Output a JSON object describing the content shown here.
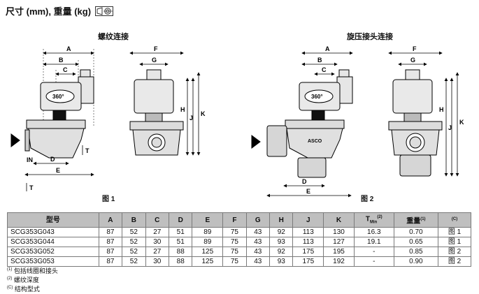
{
  "header": {
    "title": "尺寸 (mm), 重量 (kg)",
    "projection_icon": "first-angle-projection-icon"
  },
  "figures": {
    "left_heading": "螺纹连接",
    "right_heading": "旋压接头连接",
    "fig1_label": "图 1",
    "fig2_label": "图 2",
    "rotation_label": "360°",
    "brand_mark": "ASCO",
    "dims": {
      "A": "A",
      "B": "B",
      "C": "C",
      "D": "D",
      "E": "E",
      "F": "F",
      "G": "G",
      "H": "H",
      "J": "J",
      "K": "K",
      "T": "T",
      "IN": "IN"
    }
  },
  "table": {
    "headers": {
      "model": "型号",
      "A": "A",
      "B": "B",
      "C": "C",
      "D": "D",
      "E": "E",
      "F": "F",
      "G": "G",
      "H": "H",
      "J": "J",
      "K": "K",
      "T_base": "T",
      "T_sub": "Min",
      "T_sup": "(2)",
      "weight": "重量",
      "weight_sup": "(1)",
      "c_sup": "(C)"
    },
    "rows": [
      {
        "model": "SCG353G043",
        "A": "87",
        "B": "52",
        "C": "27",
        "D": "51",
        "E": "89",
        "F": "75",
        "G": "43",
        "H": "92",
        "J": "113",
        "K": "130",
        "T": "16.3",
        "weight": "0.70",
        "fig": "图 1"
      },
      {
        "model": "SCG353G044",
        "A": "87",
        "B": "52",
        "C": "30",
        "D": "51",
        "E": "89",
        "F": "75",
        "G": "43",
        "H": "93",
        "J": "113",
        "K": "127",
        "T": "19.1",
        "weight": "0.65",
        "fig": "图 1"
      },
      {
        "model": "SCG353G052",
        "A": "87",
        "B": "52",
        "C": "27",
        "D": "88",
        "E": "125",
        "F": "75",
        "G": "43",
        "H": "92",
        "J": "175",
        "K": "195",
        "T": "-",
        "weight": "0.85",
        "fig": "图 2"
      },
      {
        "model": "SCG353G053",
        "A": "87",
        "B": "52",
        "C": "30",
        "D": "88",
        "E": "125",
        "F": "75",
        "G": "43",
        "H": "93",
        "J": "175",
        "K": "192",
        "T": "-",
        "weight": "0.90",
        "fig": "图 2"
      }
    ]
  },
  "notes": [
    {
      "mark": "(1)",
      "text": "包括线圈和接头"
    },
    {
      "mark": "(2)",
      "text": "螺纹深度"
    },
    {
      "mark": "(C)",
      "text": "结构型式"
    }
  ]
}
